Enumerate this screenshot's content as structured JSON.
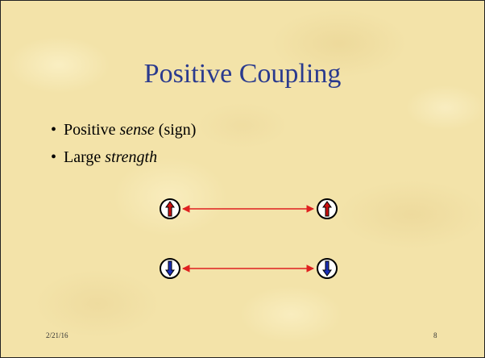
{
  "slide": {
    "title": "Positive Coupling",
    "bullets": [
      {
        "prefix": "Positive ",
        "emphasis": "sense",
        "suffix": " (sign)"
      },
      {
        "prefix": "Large ",
        "emphasis": "strength",
        "suffix": ""
      }
    ],
    "footer": {
      "date": "2/21/16",
      "page_number": "8"
    }
  },
  "diagram": {
    "rows": [
      {
        "spin": "up",
        "arrow_color": "#cc1010"
      },
      {
        "spin": "down",
        "arrow_color": "#1a2fb8"
      }
    ],
    "connector_color": "#e02020"
  },
  "colors": {
    "title": "#2a3a8e",
    "background": "#f3e3a9"
  }
}
